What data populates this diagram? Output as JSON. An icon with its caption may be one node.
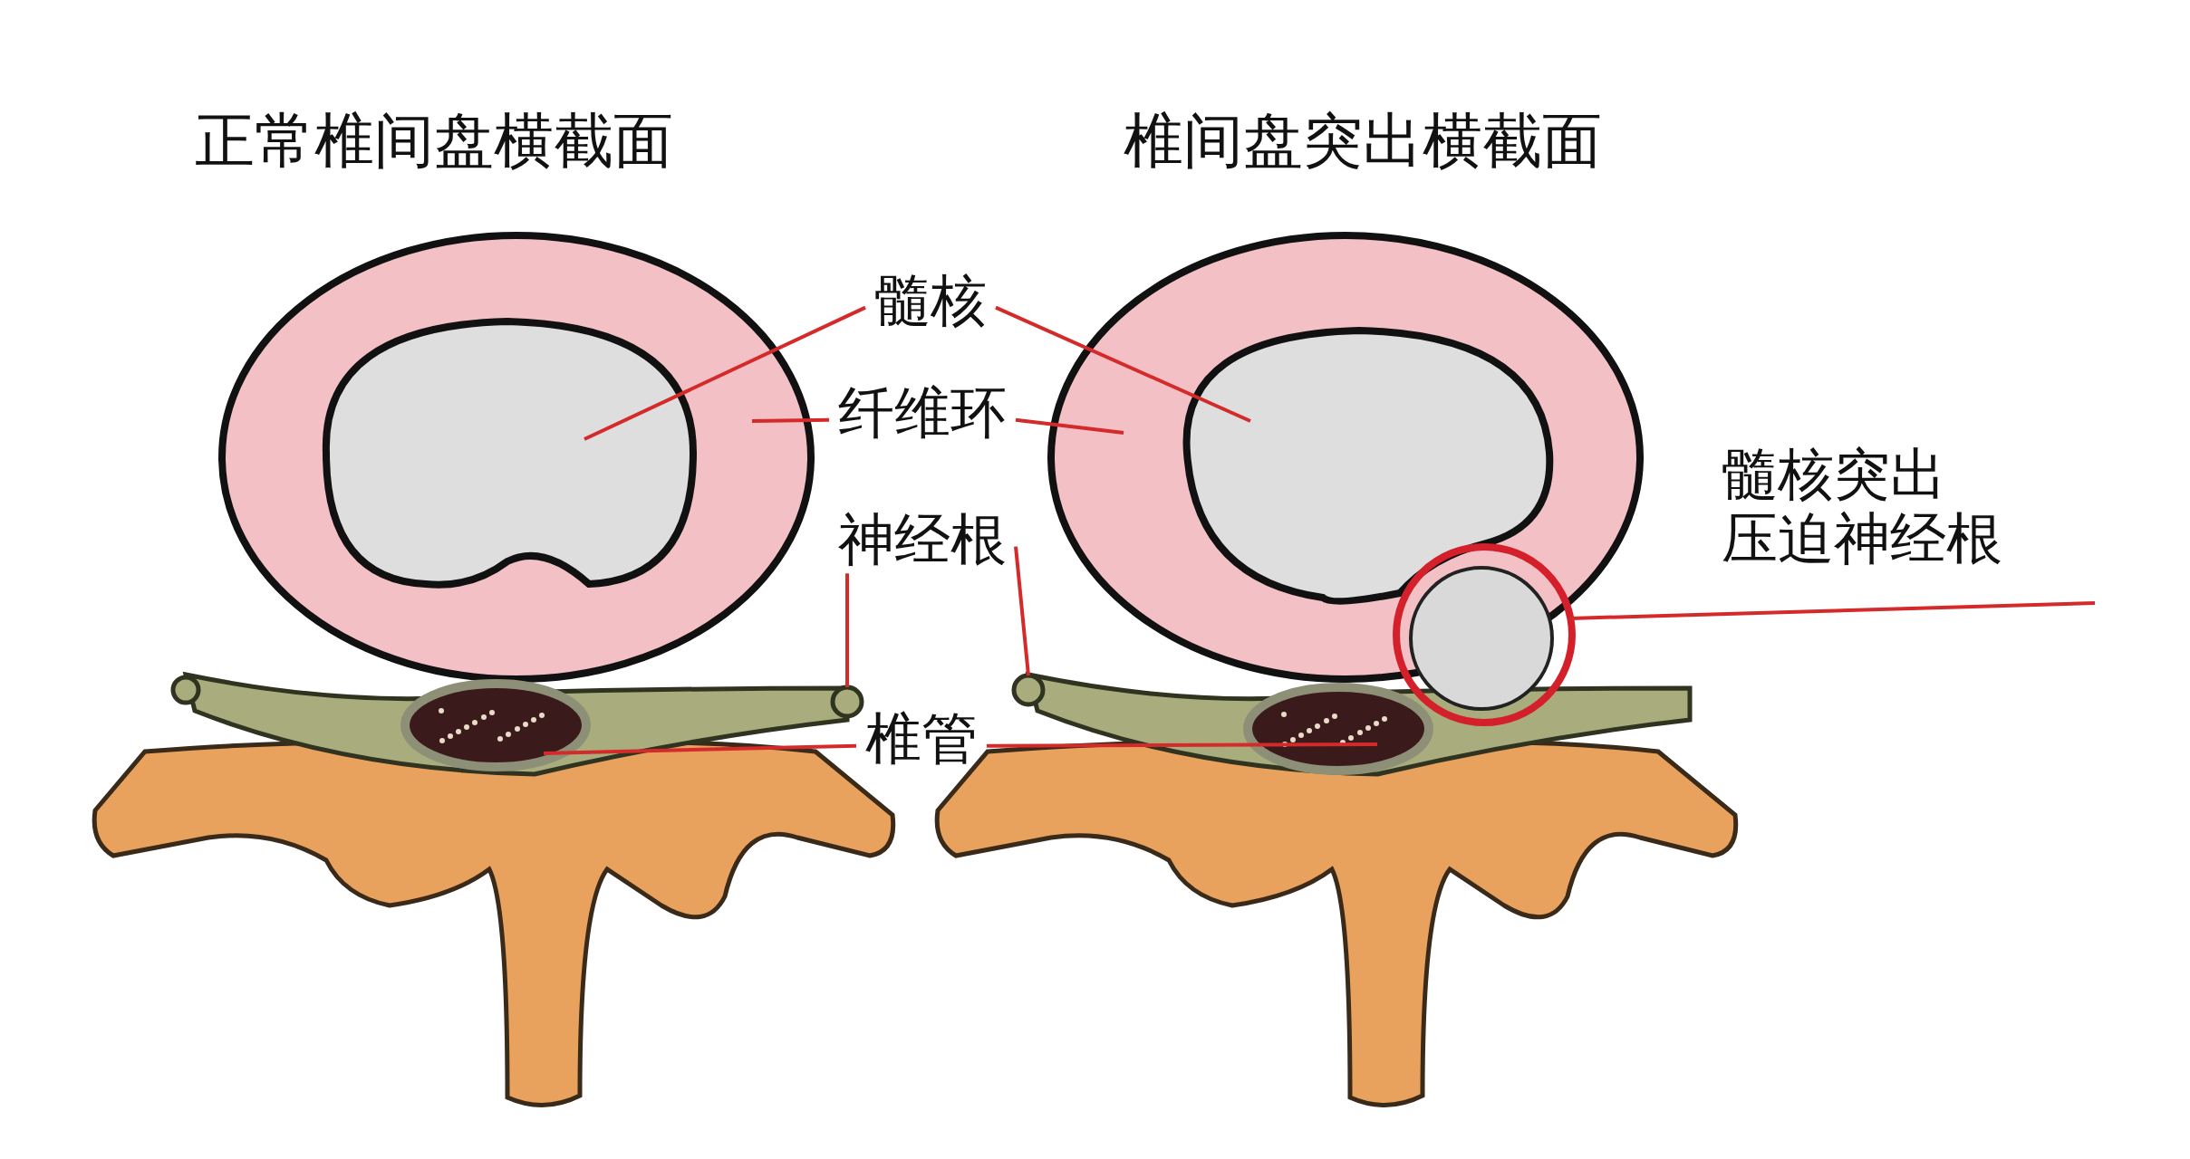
{
  "diagram": {
    "nodes": [
      {
        "text": [
          "髓核"
        ]
      },
      {
        "text": [
          "纤维环"
        ]
      },
      {
        "text": [
          "神经根"
        ]
      },
      {
        "text": [
          "椎管"
        ]
      },
      {
        "text": [
          "髓核突出",
          "压迫神经根"
        ]
      },
      {
        "text": [],
        "shape": "picture"
      },
      {
        "text": [],
        "shape": "ellipse",
        "in": 5
      },
      {
        "text": [],
        "shape": "picture"
      },
      {
        "text": [],
        "shape": "ellipse",
        "in": 7
      },
      {
        "text": [],
        "shape": "circle"
      },
      {
        "text": [],
        "shape": "circle"
      },
      {
        "text": [],
        "shape": "ellipse"
      },
      {
        "text": [],
        "shape": "ellipse"
      },
      {
        "text": [],
        "shape": "circle"
      }
    ],
    "edges": [
      {
        "from": 0,
        "to": 6,
        "arrow": "none"
      },
      {
        "from": 0,
        "to": 8,
        "arrow": "none"
      },
      {
        "from": 1,
        "to": 5,
        "arrow": "none"
      },
      {
        "from": 1,
        "to": 7,
        "arrow": "none"
      },
      {
        "from": 2,
        "to": 9,
        "arrow": "none"
      },
      {
        "from": 2,
        "to": 10,
        "arrow": "none"
      },
      {
        "from": 3,
        "to": 11,
        "arrow": "none"
      },
      {
        "from": 3,
        "to": 12,
        "arrow": "none"
      },
      {
        "from": 4,
        "to": 13,
        "arrow": "none"
      }
    ],
    "labels": [
      "正常椎间盘横截面",
      "椎间盘突出横截面"
    ]
  }
}
